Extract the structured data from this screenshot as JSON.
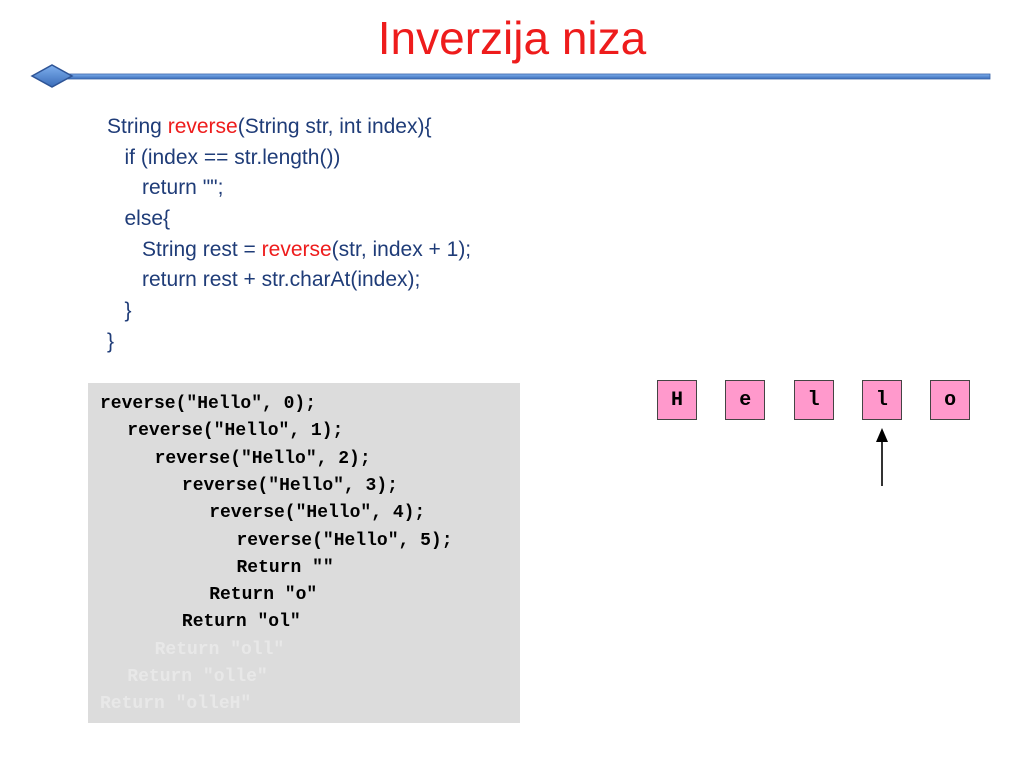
{
  "slide": {
    "title": "Inverzija niza"
  },
  "code": {
    "lines": [
      {
        "pre": "String ",
        "kw": "reverse",
        "post": "(String str, int index){"
      },
      {
        "pre": "   if (index == str.length())",
        "kw": "",
        "post": ""
      },
      {
        "pre": "      return \"\";",
        "kw": "",
        "post": ""
      },
      {
        "pre": "   else{",
        "kw": "",
        "post": ""
      },
      {
        "pre": "      String rest = ",
        "kw": "reverse",
        "post": "(str, index + 1);"
      },
      {
        "pre": "      return rest + str.charAt(index);",
        "kw": "",
        "post": ""
      },
      {
        "pre": "   }",
        "kw": "",
        "post": ""
      },
      {
        "pre": "}",
        "kw": "",
        "post": ""
      }
    ]
  },
  "trace": {
    "lines": [
      {
        "text": "reverse(\"Hello\", 0);",
        "indent": 0,
        "faded": false
      },
      {
        "text": "reverse(\"Hello\", 1);",
        "indent": 1,
        "faded": false
      },
      {
        "text": "reverse(\"Hello\", 2);",
        "indent": 2,
        "faded": false
      },
      {
        "text": "reverse(\"Hello\", 3);",
        "indent": 3,
        "faded": false
      },
      {
        "text": "reverse(\"Hello\", 4);",
        "indent": 4,
        "faded": false
      },
      {
        "text": "reverse(\"Hello\", 5);",
        "indent": 5,
        "faded": false
      },
      {
        "text": "Return \"\"",
        "indent": 5,
        "faded": false
      },
      {
        "text": "Return \"o\"",
        "indent": 4,
        "faded": false
      },
      {
        "text": "Return \"ol\"",
        "indent": 3,
        "faded": false
      },
      {
        "text": "Return \"oll\"",
        "indent": 2,
        "faded": true
      },
      {
        "text": "Return \"olle\"",
        "indent": 1,
        "faded": true
      },
      {
        "text": "Return \"olleH\"",
        "indent": 0,
        "faded": true
      }
    ]
  },
  "array": {
    "cells": [
      "H",
      "e",
      "l",
      "l",
      "o"
    ],
    "pointer_index": 3
  },
  "colors": {
    "title": "#ee1c1c",
    "code_text": "#1f3c78",
    "keyword": "#ee1c1c",
    "cell_fill": "#ff99cc",
    "trace_bg": "#dcdcdc",
    "divider": "#5b8fd4"
  }
}
